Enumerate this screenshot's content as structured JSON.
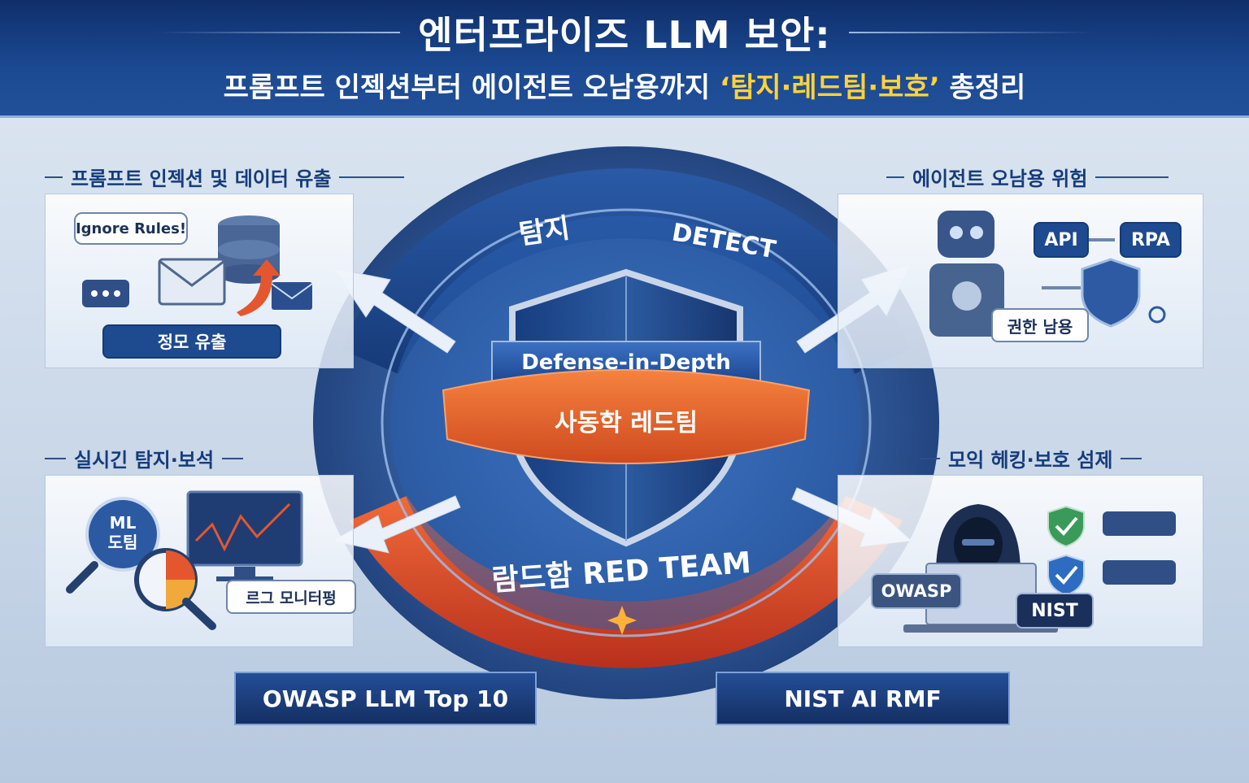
{
  "header": {
    "title": "엔터프라이즈 LLM 보안:",
    "subtitle_prefix": "프롬프트 인젝션부터 에이전트 오남용까지 ",
    "subtitle_highlight": "‘탐지·레드팀·보호’",
    "subtitle_suffix": " 총정리"
  },
  "sections": {
    "top_left": {
      "label": "프롬프트 인젝션 및 데이터 유출",
      "bubble": "Ignore Rules!",
      "chip": "정모 유출"
    },
    "top_right": {
      "label": "에이전트 오남용 위험",
      "chip_api": "API",
      "chip_rpa": "RPA",
      "chip_abuse": "권한 남용"
    },
    "bottom_left": {
      "label": "실시긴 탐지·보석",
      "badge_line1": "ML",
      "badge_line2": "도팀",
      "chip": "르그 모니터펑"
    },
    "bottom_right": {
      "label": "모익 헤킹·보호 섬제",
      "chip_owasp": "OWASP",
      "chip_nist": "NIST"
    }
  },
  "center": {
    "detect_ko": "탐지",
    "detect_en": "DETECT",
    "ribbon_blue": "Defense-in-Depth",
    "ribbon_orange": "사동학 레드팀",
    "red_team": "람드함 RED TEAM"
  },
  "banners": {
    "left": "OWASP LLM Top 10",
    "right": "NIST AI RMF"
  },
  "colors": {
    "navy": "#1b4a93",
    "accent_yellow": "#ffd23a",
    "orange": "#e4572e",
    "shield_blue": "#2c5aa0"
  }
}
